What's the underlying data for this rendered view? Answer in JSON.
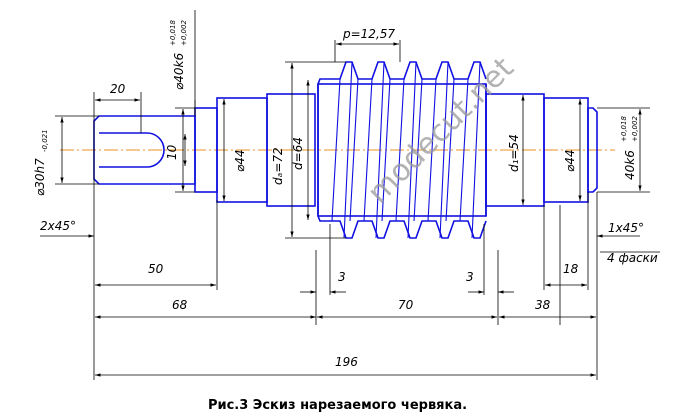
{
  "caption": "Рис.3 Эскиз нарезаемого червяка.",
  "watermark": "modecut.net",
  "dims": {
    "pitch": "p=12,57",
    "bore_left": "⌀30h7",
    "bore_left_tol": "-0,021",
    "key_len": "20",
    "key_width": "10",
    "chamfer_left": "2x45°",
    "journal_left": "⌀40k6",
    "journal_left_tol_up": "+0,018",
    "journal_left_tol_dn": "+0,002",
    "d44_left": "⌀44",
    "da": "dₐ=72",
    "d": "d=64",
    "df": "d₁=54",
    "d44_right": "⌀44",
    "journal_right": "40k6",
    "journal_right_tol_up": "+0,018",
    "journal_right_tol_dn": "+0,002",
    "chamfer_right": "1x45°",
    "chamfer_count": "4 фаски",
    "len_50": "50",
    "len_68": "68",
    "len_3a": "3",
    "len_3b": "3",
    "len_70": "70",
    "len_18": "18",
    "len_38": "38",
    "len_196": "196"
  },
  "colors": {
    "outline": "#1010e0",
    "axis": "#e89020",
    "dim": "#000000"
  }
}
